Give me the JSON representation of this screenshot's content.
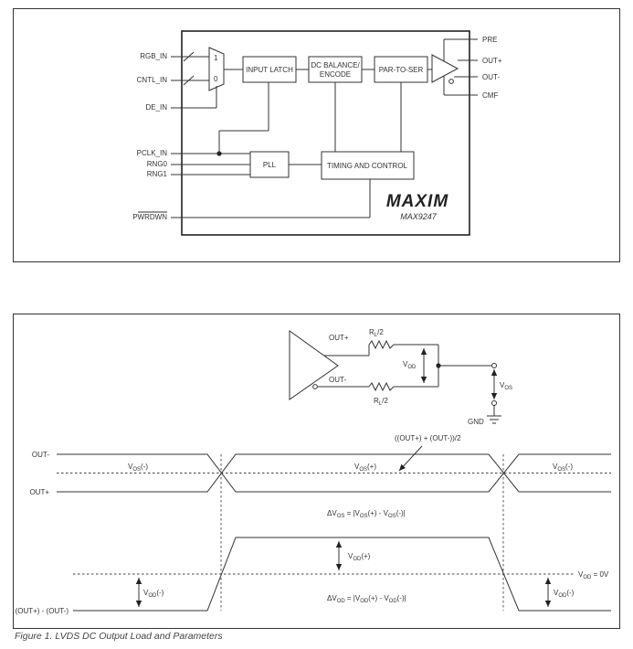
{
  "block_diagram": {
    "inputs": {
      "rgb_in": "RGB_IN",
      "cntl_in": "CNTL_IN",
      "de_in": "DE_IN",
      "pclk_in": "PCLK_IN",
      "rng0": "RNG0",
      "rng1": "RNG1",
      "pwrdwn": "PWRDWN"
    },
    "mux": {
      "sel1": "1",
      "sel0": "0"
    },
    "blocks": {
      "input_latch": "INPUT LATCH",
      "dc_balance_1": "DC BALANCE/",
      "dc_balance_2": "ENCODE",
      "par_to_ser": "PAR-TO-SER",
      "pll": "PLL",
      "timing": "TIMING AND CONTROL"
    },
    "outputs": {
      "pre": "PRE",
      "out_p": "OUT+",
      "out_n": "OUT-",
      "cmf": "CMF"
    },
    "logo": "MAXIM",
    "part_number": "MAX9247"
  },
  "load_circuit": {
    "out_p": "OUT+",
    "out_n": "OUT-",
    "rl_top": {
      "main": "R",
      "sub": "L",
      "tail": "/2"
    },
    "rl_bot": {
      "main": "R",
      "sub": "L",
      "tail": "/2"
    },
    "vod": {
      "main": "V",
      "sub": "OD"
    },
    "vos": {
      "main": "V",
      "sub": "OS"
    },
    "gnd": "GND"
  },
  "waveform": {
    "out_n": "OUT-",
    "out_p": "OUT+",
    "avg_expr": "((OUT+) + (OUT-))/2",
    "vos_minus_left": {
      "main": "V",
      "sub": "OS",
      "tail": "(-)"
    },
    "vos_plus": {
      "main": "V",
      "sub": "OS",
      "tail": "(+)"
    },
    "vos_minus_right": {
      "main": "V",
      "sub": "OS",
      "tail": "(-)"
    },
    "delta_vos": {
      "pre": "ΔV",
      "sub1": "OS",
      "mid1": " = |V",
      "sub2": "OS",
      "mid2": "(+) - V",
      "sub3": "OS",
      "tail": "(-)|"
    },
    "vod_plus": {
      "main": "V",
      "sub": "OD",
      "tail": "(+)"
    },
    "vod_zero": {
      "pre": "V",
      "sub": "OD",
      "tail": " = 0V"
    },
    "vod_minus_left": {
      "main": "V",
      "sub": "OD",
      "tail": "(-)"
    },
    "vod_minus_right": {
      "main": "V",
      "sub": "OD",
      "tail": "(-)"
    },
    "delta_vod": {
      "pre": "ΔV",
      "sub1": "OD",
      "mid1": " = |V",
      "sub2": "OD",
      "mid2": "(+) - V",
      "sub3": "OD",
      "tail": "(-)|"
    },
    "diff_label": "(OUT+) - (OUT-)"
  },
  "caption": "Figure 1. LVDS DC Output Load and Parameters"
}
